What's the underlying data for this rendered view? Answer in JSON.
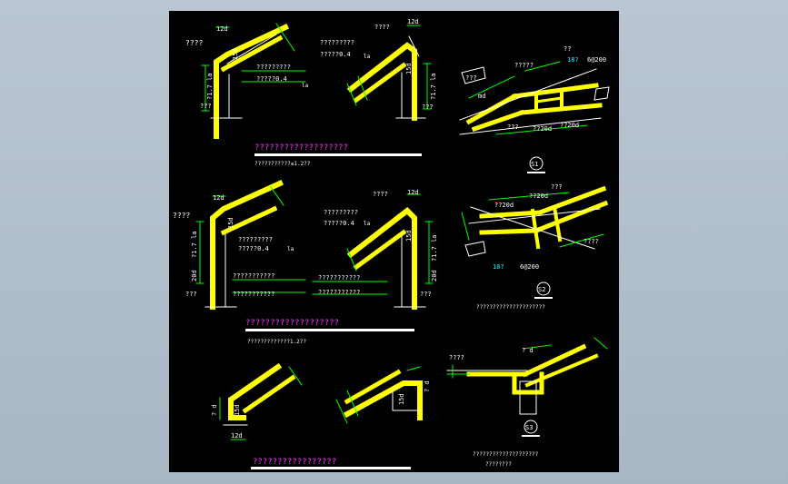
{
  "drawing": {
    "sheet_background": "#000000",
    "viewer_background": "#b4c2cf",
    "colors": {
      "bar": "#ffff00",
      "line": "#ffffff",
      "dim": "#00ff00",
      "title": "#ff33ff",
      "cyan": "#00ffff"
    },
    "detail_1": {
      "left_top": "????",
      "dim_top": "12d",
      "dim_side": "15d",
      "dim_vertical": "?1.7 la",
      "note1": "?????????",
      "note2": "?????0.4",
      "la": "la",
      "bottom_left": "???"
    },
    "detail_2": {
      "top": "????",
      "dim_top": "12d",
      "note1": "?????????",
      "note2": "?????0.4",
      "la": "la",
      "dim_side": "15d",
      "dim_vertical": "?1.7 la",
      "bottom_right": "???"
    },
    "row1": {
      "title": "???????????????????",
      "subtitle": "???????????≤1.2??"
    },
    "section_1": {
      "label_top": "??",
      "spacing": "6@200",
      "angle": "18?",
      "marks_top": "?????",
      "left1": "???",
      "left2": "md",
      "bottom_left": "???",
      "bottom1": "??20d",
      "bottom2": "??20d",
      "tag": "S1"
    },
    "detail_3": {
      "left_top": "????",
      "dim_top": "12d",
      "dim_side": "15d",
      "dim_vertical": "?1.7 la",
      "dim_lower": "20d",
      "note1": "?????????",
      "note2": "?????0.4",
      "la": "la",
      "note3": "???????????",
      "note4": "???????????",
      "bottom_left": "???"
    },
    "detail_4": {
      "top": "????",
      "dim_top": "12d",
      "note1": "?????????",
      "note2": "?????0.4",
      "la": "la",
      "dim_side": "15d",
      "dim_vertical": "?1.7 la",
      "dim_lower": "20d",
      "note3": "???????????",
      "note4": "???????????",
      "bottom_right": "???"
    },
    "row2": {
      "title": "???????????????????",
      "subtitle": "?????????????1.2??"
    },
    "section_2": {
      "top1": "??20d",
      "top2": "??20d",
      "top3": "???",
      "angle": "18?",
      "spacing": "6@200",
      "right": "????",
      "tag": "S2",
      "caption": "?????????????????????"
    },
    "detail_5": {
      "dim_side": "15d",
      "dim_bottom": "12d",
      "left": "? d"
    },
    "detail_6": {
      "dim_side": "15d",
      "right": "? d"
    },
    "row3": {
      "title": "?????????????????"
    },
    "section_3": {
      "left": "????",
      "top": "? d",
      "tag": "S3",
      "caption1": "????????????????????",
      "caption2": "????????"
    }
  }
}
